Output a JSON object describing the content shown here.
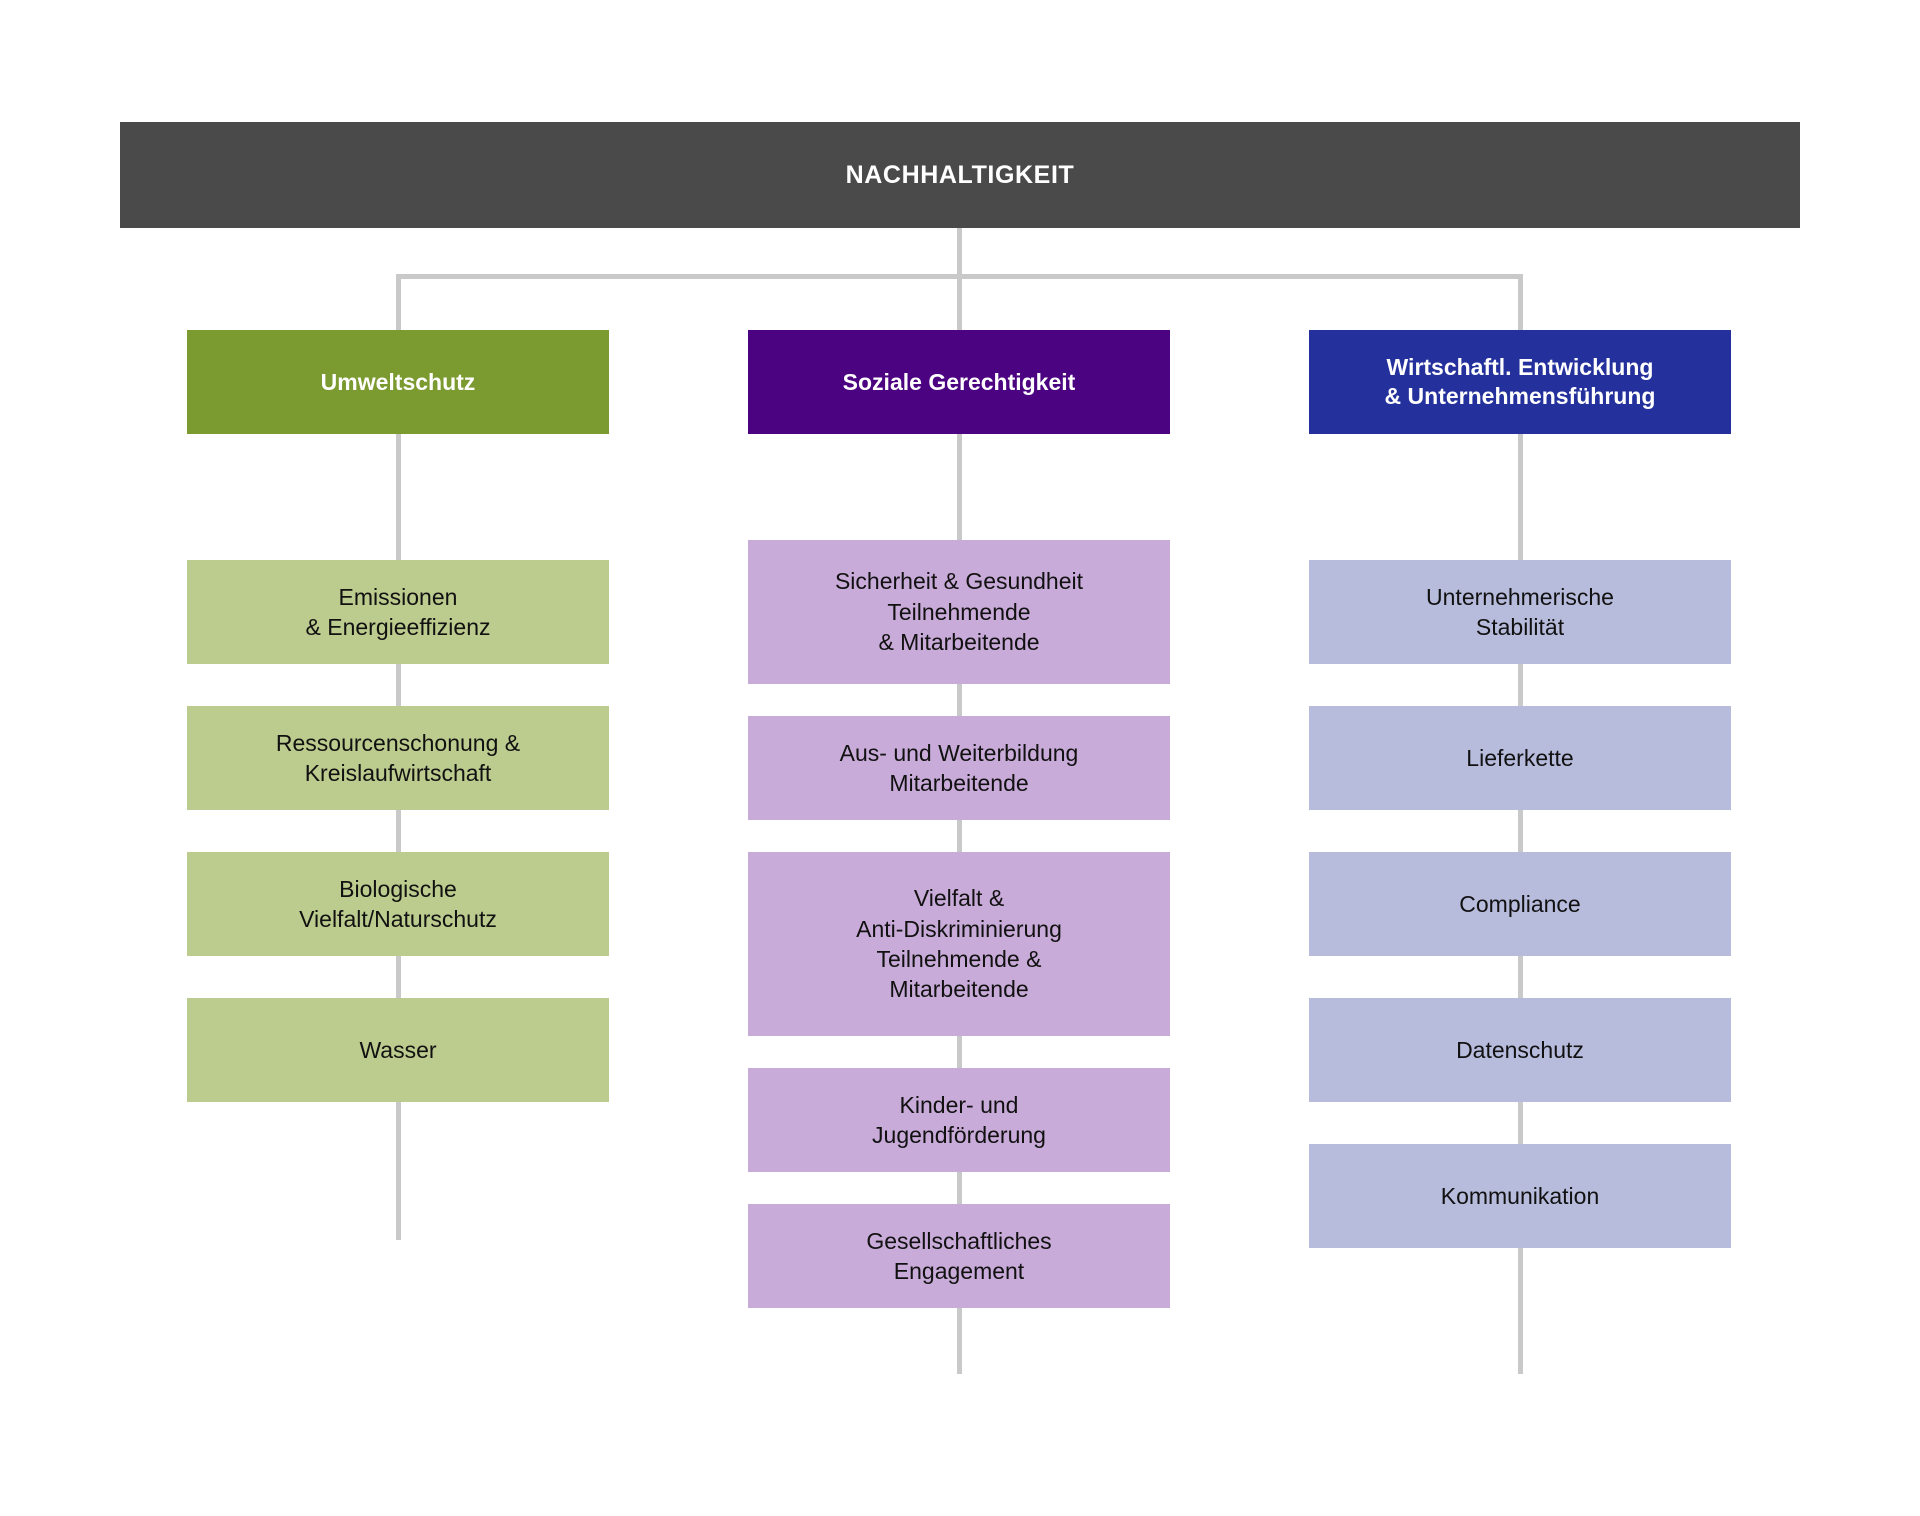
{
  "root": {
    "label": "NACHHALTIGKEIT",
    "color": "#4a4a4a"
  },
  "connector_color": "#c9c9c9",
  "columns": [
    {
      "id": "umweltschutz",
      "header": {
        "label": "Umweltschutz",
        "color": "#7b9a30",
        "text_color": "#ffffff"
      },
      "item_color": "#bccb8e",
      "items": [
        {
          "label": "Emissionen\n& Energieeffizienz"
        },
        {
          "label": "Ressourcenschonung &\nKreislaufwirtschaft"
        },
        {
          "label": "Biologische\nVielfalt/Naturschutz"
        },
        {
          "label": "Wasser"
        }
      ]
    },
    {
      "id": "soziale-gerechtigkeit",
      "header": {
        "label": "Soziale Gerechtigkeit",
        "color": "#4b0381",
        "text_color": "#ffffff"
      },
      "item_color": "#c9abd9",
      "items": [
        {
          "label": "Sicherheit & Gesundheit\nTeilnehmende\n& Mitarbeitende"
        },
        {
          "label": "Aus- und Weiterbildung\nMitarbeitende"
        },
        {
          "label": "Vielfalt &\nAnti-Diskriminierung\nTeilnehmende &\nMitarbeitende"
        },
        {
          "label": "Kinder- und\nJugendförderung"
        },
        {
          "label": "Gesellschaftliches\nEngagement"
        }
      ]
    },
    {
      "id": "wirtschaftliche-entwicklung",
      "header": {
        "label": "Wirtschaftl. Entwicklung\n& Unternehmensführung",
        "color": "#24309b",
        "text_color": "#ffffff"
      },
      "item_color": "#b7bcdd",
      "items": [
        {
          "label": "Unternehmerische\nStabilität"
        },
        {
          "label": "Lieferkette"
        },
        {
          "label": "Compliance"
        },
        {
          "label": "Datenschutz"
        },
        {
          "label": "Kommunikation"
        }
      ]
    }
  ]
}
